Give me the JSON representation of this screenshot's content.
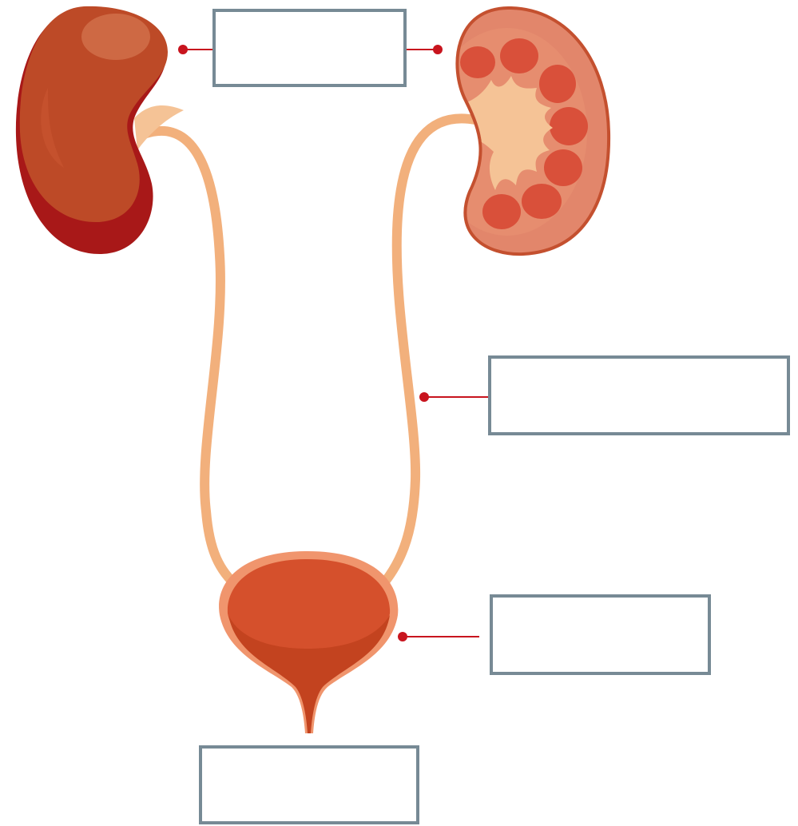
{
  "diagram": {
    "colors": {
      "kidney_outer": "#bd4a27",
      "kidney_shadow": "#a81818",
      "kidney_highlight": "#d4744f",
      "kidney_section": "#e2866b",
      "pyramid": "#d9503a",
      "pelvis": "#f5c396",
      "ureter": "#f2b07c",
      "bladder": "#d5502c",
      "bladder_rim": "#f0956d",
      "leader_line": "#c8141e",
      "box_border": "#778a95"
    },
    "labels": [
      {
        "id": "kidney",
        "text": ""
      },
      {
        "id": "ureter",
        "text": ""
      },
      {
        "id": "bladder",
        "text": ""
      },
      {
        "id": "urethra",
        "text": ""
      }
    ]
  }
}
